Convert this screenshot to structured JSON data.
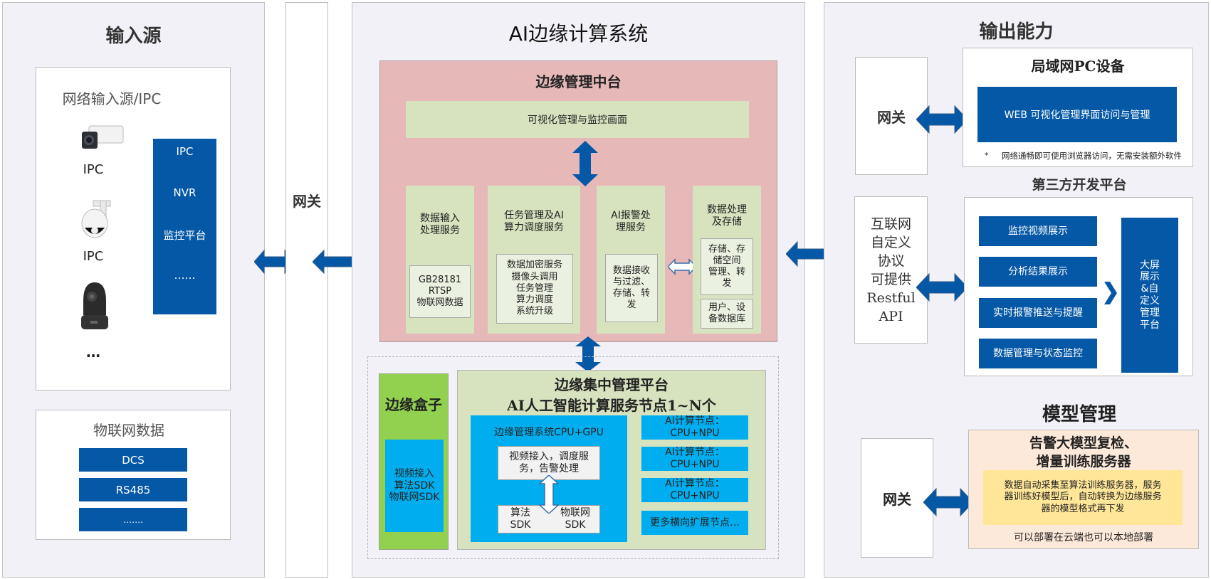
{
  "input_panel": {
    "title": "输入源",
    "network_box": {
      "title": "网络输入源/IPC",
      "devices": [
        {
          "label": "IPC",
          "icon": "bullet-camera-icon"
        },
        {
          "label": "IPC",
          "icon": "dome-camera-icon"
        },
        {
          "label": "",
          "icon": "ptz-camera-icon"
        }
      ],
      "more": "…",
      "sources": [
        "IPC",
        "NVR",
        "监控平台",
        "……"
      ]
    },
    "iot_box": {
      "title": "物联网数据",
      "items": [
        "DCS",
        "RS485",
        "……."
      ]
    }
  },
  "gateway_column": {
    "label": "网关"
  },
  "ai_system": {
    "title": "AI边缘计算系统",
    "mgmt_center": {
      "title": "边缘管理中台",
      "visual_bar": "可视化管理与监控画面",
      "services": [
        {
          "title": "数据输入\n处理服务",
          "details": [
            "GB28181\nRTSP\n物联网数据"
          ]
        },
        {
          "title": "任务管理及AI\n算力调度服务",
          "details": [
            "数据加密服务\n摄像头调用\n任务管理\n算力调度\n系统升级"
          ]
        },
        {
          "title": "AI报警处\n理服务",
          "details": [
            "数据接收\n与过滤、\n存储、转\n发"
          ]
        },
        {
          "title": "数据处理\n及存储",
          "details": [
            "存储、存\n储空间\n管理、转\n发",
            "用户、设\n备数据库"
          ]
        }
      ]
    },
    "edge_box": {
      "title": "边缘盒子",
      "content": "视频接入\n算法SDK\n物联网SDK"
    },
    "central_platform": {
      "title_line1": "边缘集中管理平台",
      "title_line2": "AI人工智能计算服务节点1~N个",
      "mgmt_system": {
        "title": "边缘管理系统CPU+GPU",
        "top_box": "视频接入，调度服\n务，告警处理",
        "sdk_left": "算法\nSDK",
        "sdk_right": "物联网\nSDK"
      },
      "nodes": [
        "AI计算节点：CPU+NPU",
        "AI计算节点：CPU+NPU",
        "AI计算节点：CPU+NPU",
        "更多横向扩展节点…"
      ]
    }
  },
  "output_panel": {
    "title": "输出能力",
    "lan": {
      "gateway": "网关",
      "title": "局域网PC设备",
      "web_box": "WEB 可视化管理界面访问与管理",
      "note_bullet": "*",
      "note": "网络通畅即可使用浏览器访问，无需安装额外软件"
    },
    "third_party": {
      "title": "第三方开发平台",
      "api_box": "互联网\n自定义\n协议\n可提供\nRestful\nAPI",
      "items": [
        "监控视频展示",
        "分析结果展示",
        "实时报警推送与提醒",
        "数据管理与状态监控"
      ],
      "big_screen": "大屏\n展示\n&自\n定义\n管理\n平台"
    },
    "model_mgmt": {
      "title": "模型管理",
      "gateway": "网关",
      "server_title": "告警大模型复检、\n增量训练服务器",
      "server_desc": "数据自动采集至算法训练服务器，服务\n器训练好模型后，自动转换为边缘服务\n器的模型格式再下发",
      "footer": "可以部署在云端也可以本地部署"
    }
  },
  "colors": {
    "dark_blue": "#0558a6",
    "cyan": "#00aeef",
    "pink": "#e6b8b7",
    "light_green": "#d7e3bf",
    "bright_green": "#92d050",
    "peach": "#fde9d9",
    "yellow": "#ffe699",
    "panel_bg": "#f1f1f7"
  }
}
